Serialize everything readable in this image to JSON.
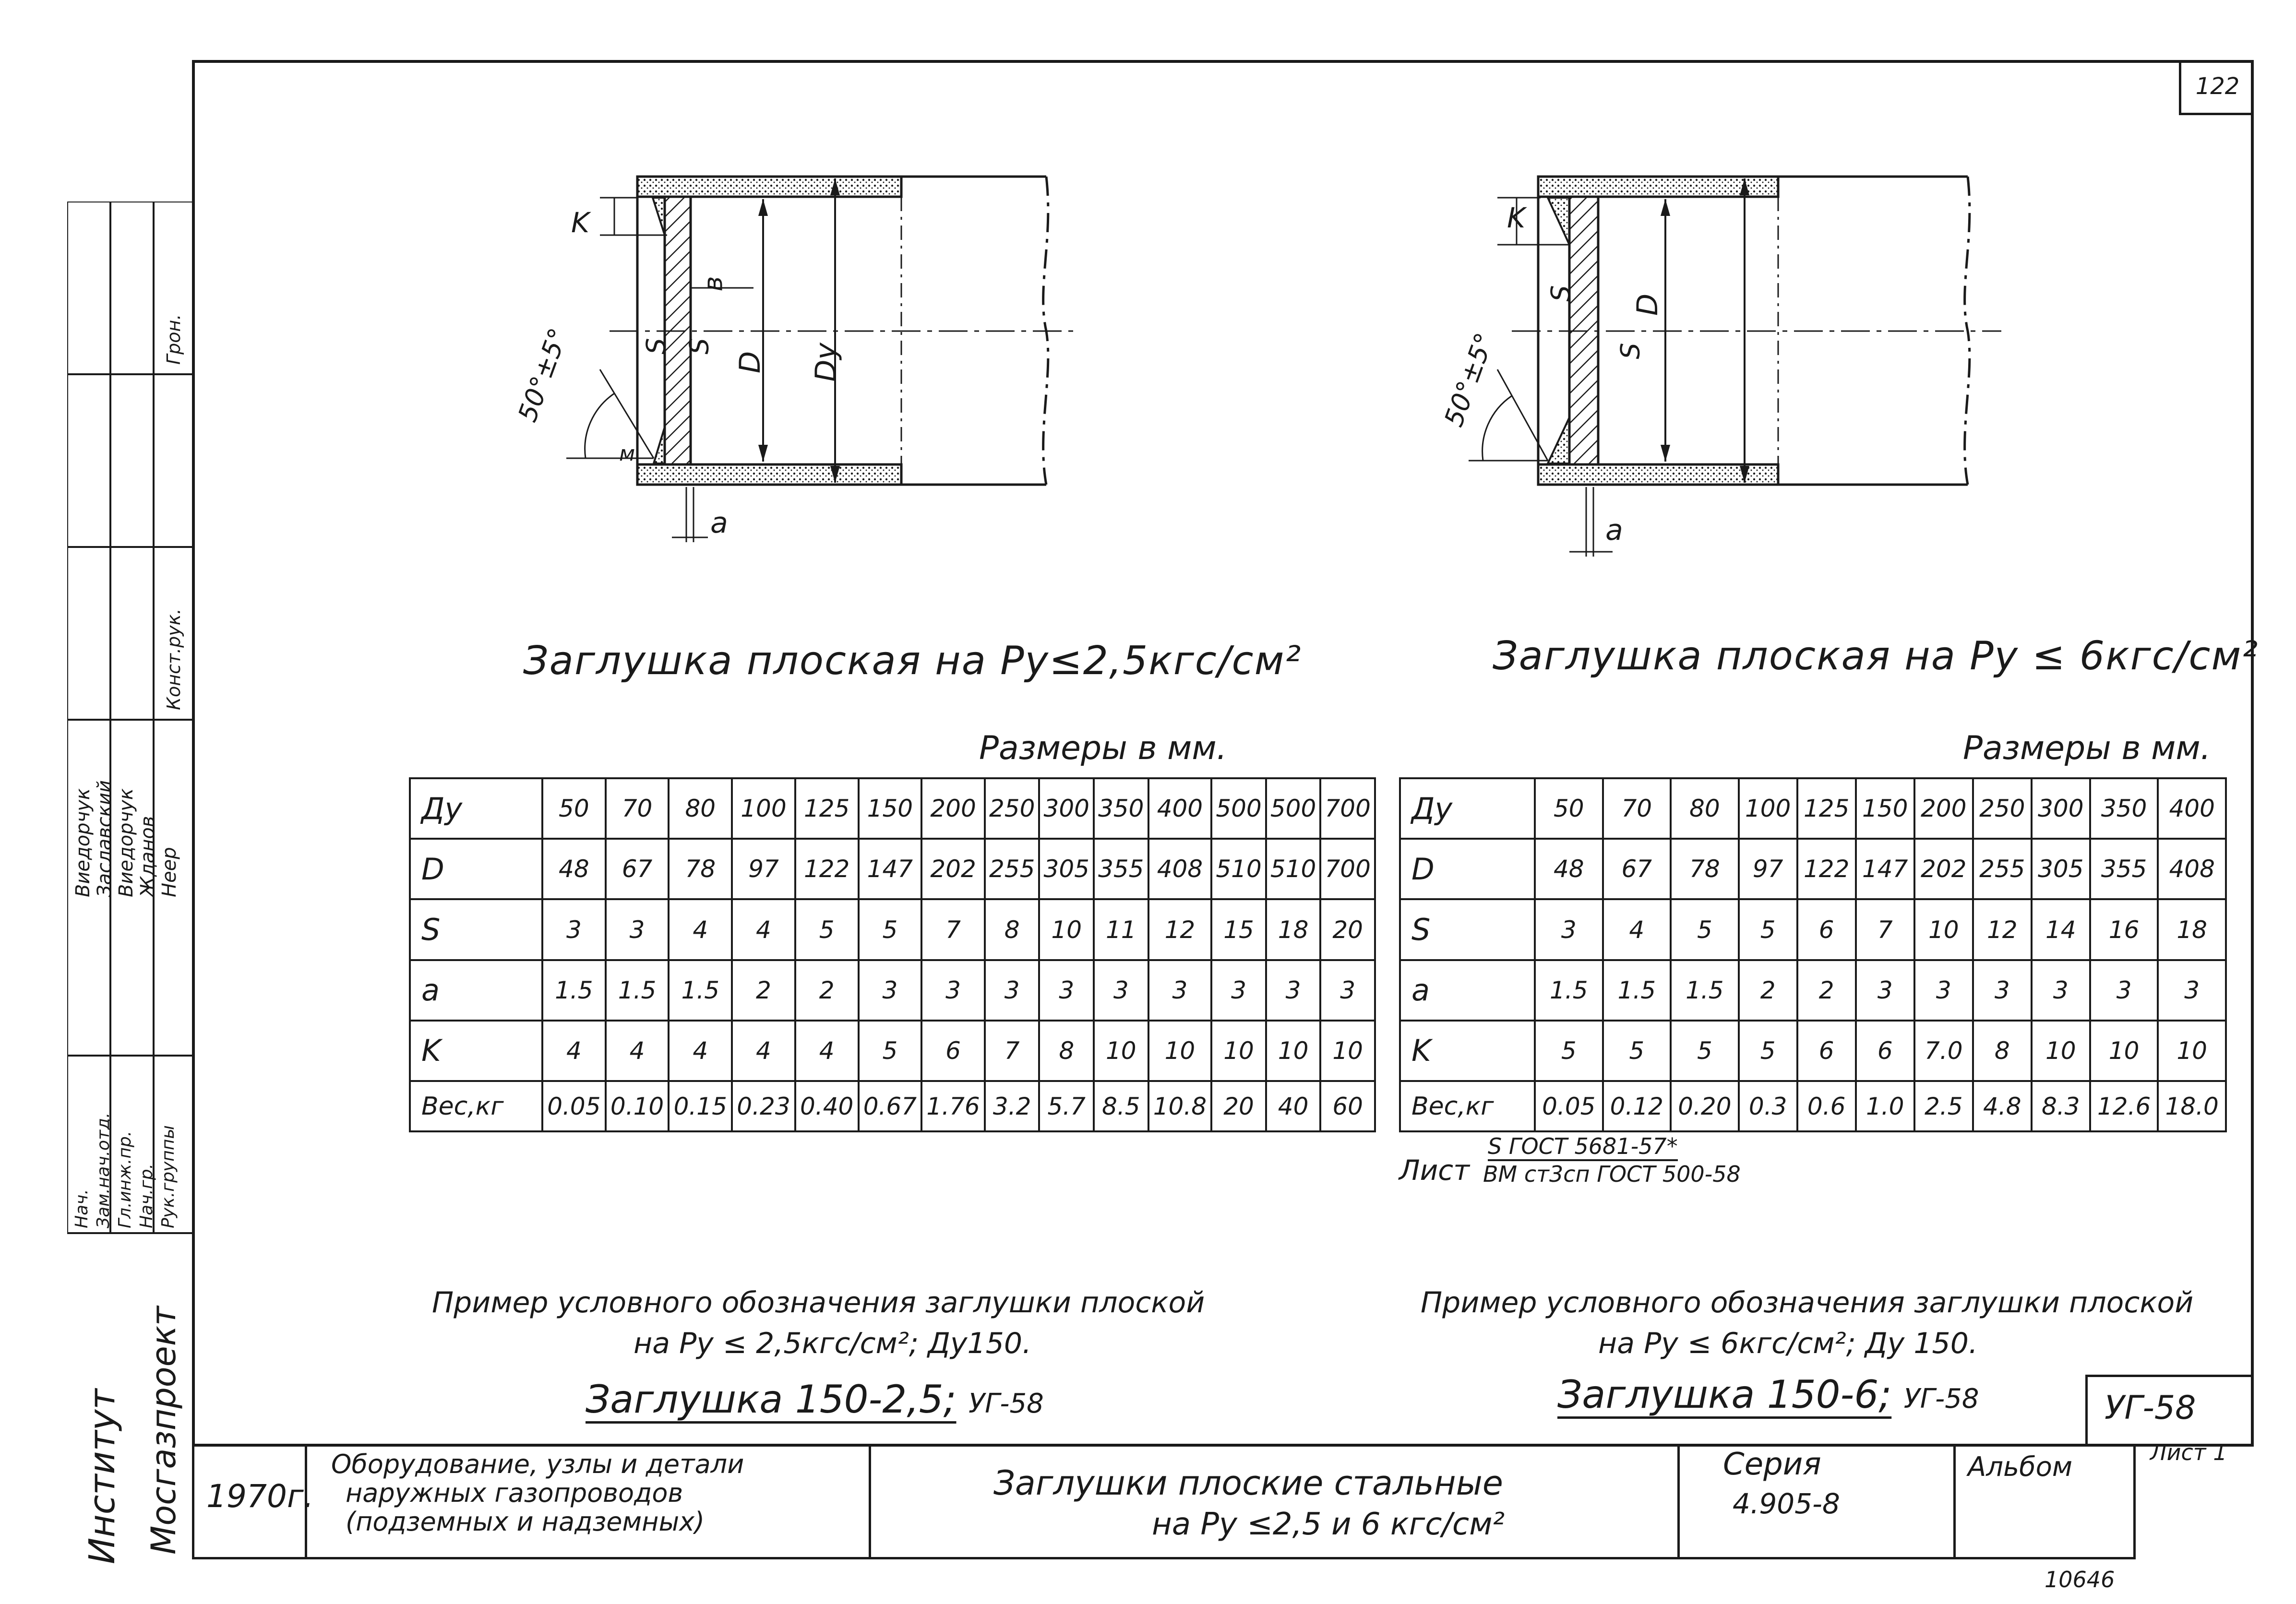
{
  "sheet_number": "122",
  "left": {
    "caption": "Заглушка плоская на Pу≤2,5кгс/см²",
    "units": "Размеры в мм.",
    "labels": {
      "k": "K",
      "b": "в",
      "s": "S",
      "s2": "S",
      "d": "D",
      "dy": "Dу",
      "angle": "50°±5°",
      "m": "м",
      "a": "a"
    },
    "table": {
      "headers": [
        "Ду",
        "D",
        "S",
        "a",
        "K",
        "Вес,кг"
      ],
      "rows": [
        [
          "50",
          "70",
          "80",
          "100",
          "125",
          "150",
          "200",
          "250",
          "300",
          "350",
          "400",
          "500",
          "500",
          "700"
        ],
        [
          "48",
          "67",
          "78",
          "97",
          "122",
          "147",
          "202",
          "255",
          "305",
          "355",
          "408",
          "510",
          "510",
          "700"
        ],
        [
          "3",
          "3",
          "4",
          "4",
          "5",
          "5",
          "7",
          "8",
          "10",
          "11",
          "12",
          "15",
          "18",
          "20"
        ],
        [
          "1.5",
          "1.5",
          "1.5",
          "2",
          "2",
          "3",
          "3",
          "3",
          "3",
          "3",
          "3",
          "3",
          "3",
          "3"
        ],
        [
          "4",
          "4",
          "4",
          "4",
          "4",
          "5",
          "6",
          "7",
          "8",
          "10",
          "10",
          "10",
          "10",
          "10"
        ],
        [
          "0.05",
          "0.10",
          "0.15",
          "0.23",
          "0.40",
          "0.67",
          "1.76",
          "3.2",
          "5.7",
          "8.5",
          "10.8",
          "20",
          "40",
          "60"
        ]
      ]
    },
    "example_line1": "Пример условного обозначения заглушки плоской",
    "example_line2": "на Pу ≤ 2,5кгс/см²; Ду150.",
    "designation": "Заглушка 150-2,5;",
    "designation_code": "УГ-58"
  },
  "right": {
    "caption": "Заглушка плоская на Pу ≤ 6кгс/см²",
    "units": "Размеры в мм.",
    "labels": {
      "k": "K",
      "s": "S",
      "s2": "S",
      "d": "D",
      "angle": "50°±5°",
      "a": "a"
    },
    "table": {
      "headers": [
        "Ду",
        "D",
        "S",
        "a",
        "K",
        "Вес,кг"
      ],
      "rows": [
        [
          "50",
          "70",
          "80",
          "100",
          "125",
          "150",
          "200",
          "250",
          "300",
          "350",
          "400"
        ],
        [
          "48",
          "67",
          "78",
          "97",
          "122",
          "147",
          "202",
          "255",
          "305",
          "355",
          "408"
        ],
        [
          "3",
          "4",
          "5",
          "5",
          "6",
          "7",
          "10",
          "12",
          "14",
          "16",
          "18"
        ],
        [
          "1.5",
          "1.5",
          "1.5",
          "2",
          "2",
          "3",
          "3",
          "3",
          "3",
          "3",
          "3"
        ],
        [
          "5",
          "5",
          "5",
          "5",
          "6",
          "6",
          "7.0",
          "8",
          "10",
          "10",
          "10"
        ],
        [
          "0.05",
          "0.12",
          "0.20",
          "0.3",
          "0.6",
          "1.0",
          "2.5",
          "4.8",
          "8.3",
          "12.6",
          "18.0"
        ]
      ]
    },
    "material_label": "Лист",
    "material_top": "S  ГОСТ 5681-57*",
    "material_bottom": "ВМ ст3сп ГОСТ 500-58",
    "example_line1": "Пример условного обозначения заглушки плоской",
    "example_line2": "на Pу ≤ 6кгс/см²; Ду 150.",
    "designation": "Заглушка 150-6;",
    "designation_code": "УГ-58"
  },
  "title_block": {
    "year": "1970г.",
    "subject_line1": "Оборудование, узлы и детали",
    "subject_line2": "наружных   газопроводов",
    "subject_line3": "(подземных  и надземных)",
    "title_line1": "Заглушки плоские стальные",
    "title_line2": "на Pу ≤2,5 и 6 кгс/см²",
    "series_label": "Серия",
    "series_value": "4.905-8",
    "album_label": "Альбом",
    "sheet_label": "Лист 1",
    "code": "УГ-58",
    "inventory": "10646"
  },
  "side_stamp": {
    "institute": "Институт",
    "org": "Мосгазпроект",
    "roles": [
      "Нач.",
      "Зам.нач.отд.",
      "Гл.инж.пр.",
      "Нач.гр.",
      "Рук.группы"
    ],
    "names": [
      "Виедорчук",
      "Заславский",
      "Виедорчук",
      "Жданов",
      "Неер"
    ],
    "top_labels": [
      "Конст.рук.",
      "Грон."
    ]
  }
}
